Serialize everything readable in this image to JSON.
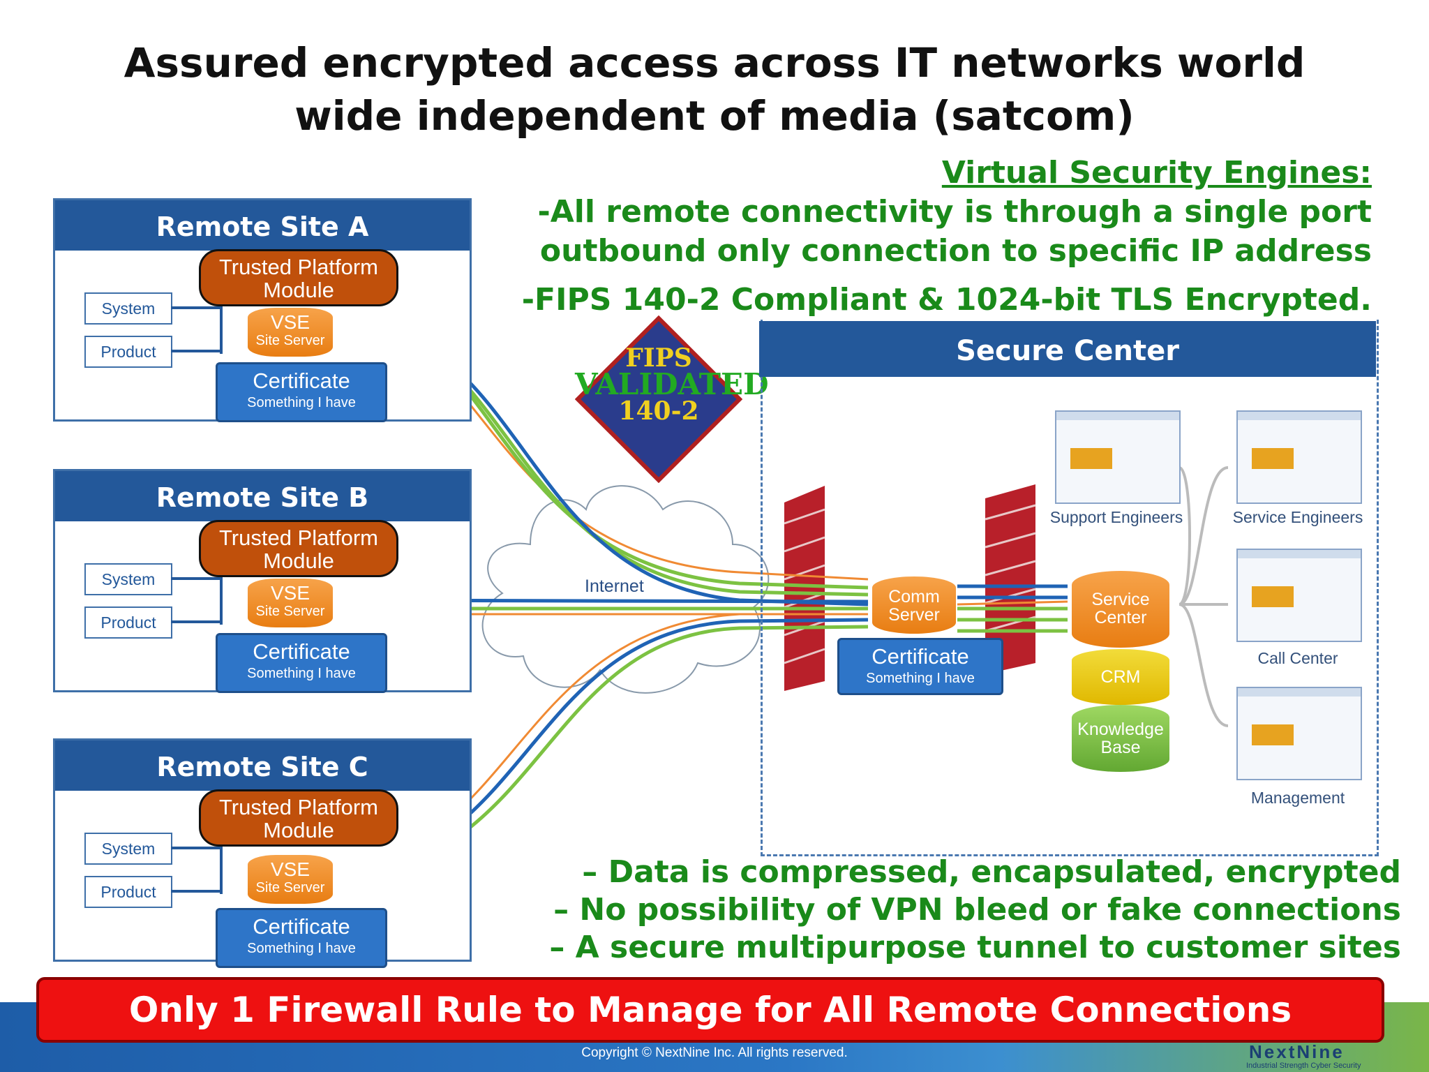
{
  "title": {
    "line1": "Assured encrypted access across IT networks world",
    "line2": "wide independent of media (satcom)"
  },
  "vse": {
    "heading": "Virtual Security Engines:",
    "lines": [
      "-All remote connectivity is through a single port",
      "outbound only connection to specific IP address",
      "-FIPS 140-2 Compliant & 1024-bit TLS Encrypted."
    ]
  },
  "sites": [
    {
      "title": "Remote Site A",
      "system": "System",
      "product": "Product",
      "tpm1": "Trusted Platform",
      "tpm2": "Module",
      "vse1": "VSE",
      "vse2": "Site Server",
      "cert": "Certificate",
      "cert_sub": "Something I have"
    },
    {
      "title": "Remote Site B",
      "system": "System",
      "product": "Product",
      "tpm1": "Trusted Platform",
      "tpm2": "Module",
      "vse1": "VSE",
      "vse2": "Site Server",
      "cert": "Certificate",
      "cert_sub": "Something I have"
    },
    {
      "title": "Remote Site C",
      "system": "System",
      "product": "Product",
      "tpm1": "Trusted Platform",
      "tpm2": "Module",
      "vse1": "VSE",
      "vse2": "Site Server",
      "cert": "Certificate",
      "cert_sub": "Something I have"
    }
  ],
  "fips": {
    "line1": "FIPS",
    "line2": "VALIDATED",
    "line3": "140-2"
  },
  "internet_label": "Internet",
  "secure_center": {
    "title": "Secure Center",
    "comm1": "Comm",
    "comm2": "Server",
    "cert": "Certificate",
    "cert_sub": "Something I have",
    "service1": "Service",
    "service2": "Center",
    "crm": "CRM",
    "kb1": "Knowledge",
    "kb2": "Base",
    "screens": {
      "support": "Support Engineers",
      "service": "Service Engineers",
      "call": "Call Center",
      "management": "Management"
    }
  },
  "bullets": [
    "– Data is compressed, encapsulated, encrypted",
    "– No possibility of VPN bleed or fake connections",
    "– A secure multipurpose tunnel to customer sites"
  ],
  "banner": "Only 1 Firewall Rule to Manage for All Remote Connections",
  "footer": {
    "copyright": "Copyright © NextNine Inc.  All rights reserved.",
    "brand": "NextNine",
    "brand_sub": "Industrial Strength Cyber Security"
  },
  "colors": {
    "site_header": "#23589a",
    "tpm": "#c0500b",
    "accent_green": "#1a8a1a",
    "banner": "#ee1111",
    "line_blue": "#1f63b5",
    "line_green": "#7cc242",
    "line_orange": "#f08a33"
  }
}
